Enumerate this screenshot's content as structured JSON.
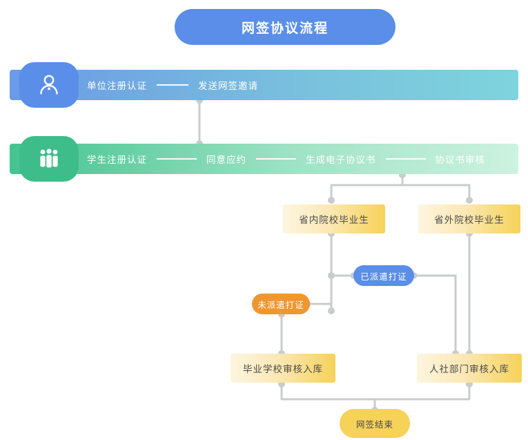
{
  "title": {
    "label": "网签协议流程"
  },
  "rows": [
    {
      "id": "employer-row",
      "icon": "single-person-icon",
      "steps": [
        "单位注册认证",
        "发送网签邀请"
      ],
      "color": "#5a8ee8"
    },
    {
      "id": "student-row",
      "icon": "group-people-icon",
      "steps": [
        "学生注册认证",
        "同意应约",
        "生成电子协议书",
        "协议书审核"
      ],
      "color": "#3ebd8b"
    }
  ],
  "nodes": {
    "in_province": "省内院校毕业生",
    "out_province": "省外院校毕业生",
    "dispatched": "已派遣打证",
    "not_dispatched": "未派遣打证",
    "school_archive": "毕业学校审核入库",
    "hr_archive": "人社部门审核入库",
    "finish": "网签结束"
  },
  "colors": {
    "brand_blue": "#5a8ee8",
    "brand_green": "#3ebd8b",
    "accent_orange": "#f0962f",
    "accent_yellow": "#f6d259",
    "connector_gray": "#c9cbcd"
  }
}
